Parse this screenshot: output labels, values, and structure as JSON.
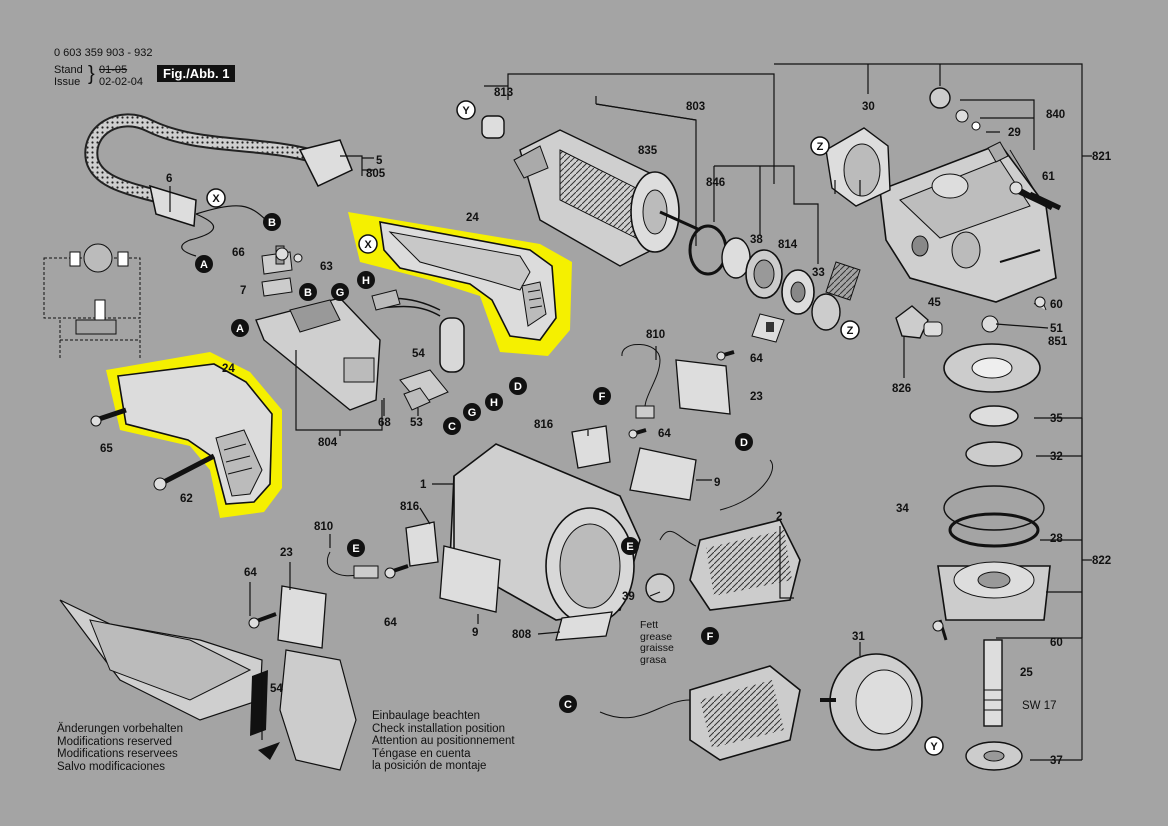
{
  "header": {
    "part_number": "0 603 359 903 - 932",
    "stand_label": "Stand",
    "issue_label": "Issue",
    "stand_struck": "01-05",
    "issue_date": "02-02-04",
    "fig_label": "Fig./Abb. 1"
  },
  "notes": {
    "changes": [
      "Änderungen vorbehalten",
      "Modifications reserved",
      "Modifications reservees",
      "Salvo modificaciones"
    ],
    "install": [
      "Einbaulage beachten",
      "Check installation position",
      "Attention au positionnement",
      "Téngase en cuenta",
      "la posición de montaje"
    ],
    "grease": [
      "Fett",
      "grease",
      "graisse",
      "grasa"
    ]
  },
  "highlight_color": "#f5f000",
  "labels": {
    "n813": "813",
    "n803": "803",
    "n835": "835",
    "n846": "846",
    "n38": "38",
    "n814": "814",
    "n33": "33",
    "n30": "30",
    "n840": "840",
    "n29": "29",
    "n821": "821",
    "n61": "61",
    "n60a": "60",
    "n51": "51",
    "n851": "851",
    "n45": "45",
    "n826": "826",
    "n35": "35",
    "n32": "32",
    "n34": "34",
    "n28": "28",
    "n822": "822",
    "n60b": "60",
    "n25": "25",
    "sw17": "SW 17",
    "n37": "37",
    "n5": "5",
    "n805": "805",
    "n6": "6",
    "n24a": "24",
    "n24b": "24",
    "n66": "66",
    "n63": "63",
    "n7": "7",
    "n54a": "54",
    "n804": "804",
    "n68": "68",
    "n53": "53",
    "n65": "65",
    "n62": "62",
    "n810a": "810",
    "n64a": "64",
    "n23a": "23",
    "n816a": "816",
    "n64b": "64",
    "n9a": "9",
    "n2": "2",
    "n1": "1",
    "n816b": "816",
    "n810b": "810",
    "n23b": "23",
    "n64c": "64",
    "n64d": "64",
    "n9b": "9",
    "n808": "808",
    "n39": "39",
    "n31": "31",
    "n54b": "54"
  },
  "callouts": {
    "X": "X",
    "Y": "Y",
    "Z": "Z",
    "A": "A",
    "B": "B",
    "C": "C",
    "D": "D",
    "E": "E",
    "F": "F",
    "G": "G",
    "H": "H"
  }
}
